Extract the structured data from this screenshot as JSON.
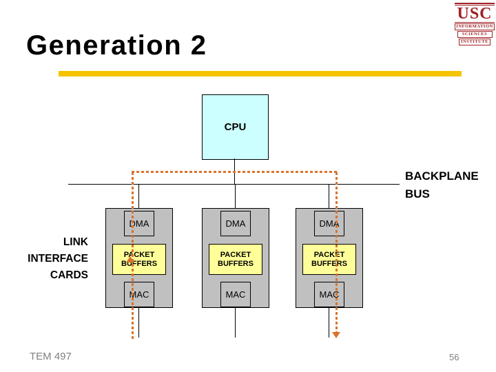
{
  "slide": {
    "title": "Generation 2",
    "footer_left": "TEM 497",
    "page_number": "56"
  },
  "logo": {
    "acronym": "USC",
    "line1": "INFORMATION",
    "line2": "SCIENCES",
    "line3": "INSTITUTE"
  },
  "diagram": {
    "cpu_label": "CPU",
    "bus_label_line1": "BACKPLANE",
    "bus_label_line2": "BUS",
    "cards_label_line1": "LINK",
    "cards_label_line2": "INTERFACE",
    "cards_label_line3": "CARDS",
    "cards": [
      {
        "dma": "DMA",
        "buffers_line1": "PACKET",
        "buffers_line2": "BUFFERS",
        "mac": "MAC"
      },
      {
        "dma": "DMA",
        "buffers_line1": "PACKET",
        "buffers_line2": "BUFFERS",
        "mac": "MAC"
      },
      {
        "dma": "DMA",
        "buffers_line1": "PACKET",
        "buffers_line2": "BUFFERS",
        "mac": "MAC"
      }
    ],
    "colors": {
      "title_rule": "#F5C400",
      "cpu_fill": "#CCFFFF",
      "card_fill": "#C0C0C0",
      "buffer_fill": "#FFFF99",
      "packet_path": "#D9732B",
      "logo_red": "#A02125",
      "footer_gray": "#7F7F7F",
      "line_black": "#000000"
    }
  }
}
